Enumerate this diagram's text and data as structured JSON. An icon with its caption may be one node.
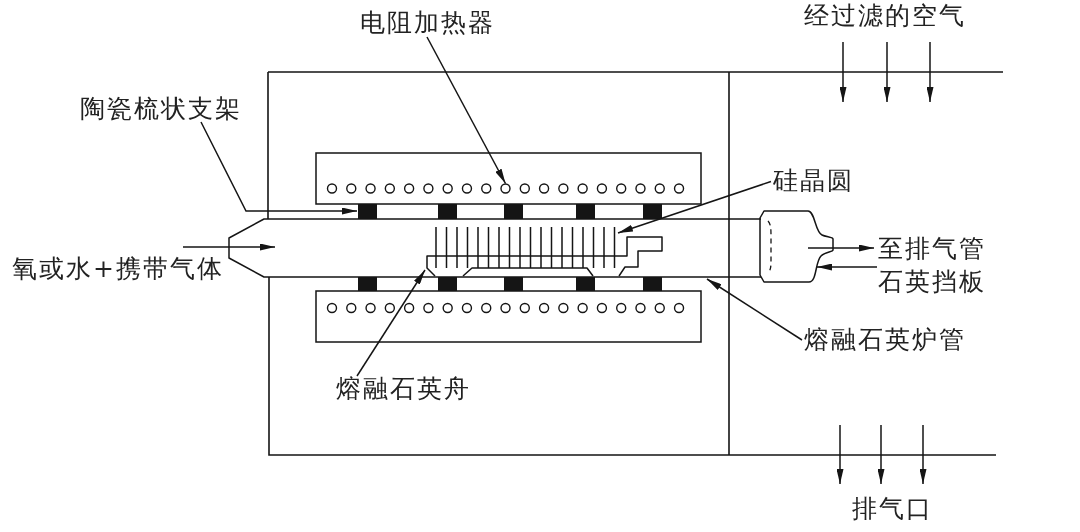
{
  "diagram": {
    "nodes": [
      {
        "text": [
          "电阻加热器"
        ]
      },
      {
        "text": [
          "陶瓷梳状支架"
        ]
      },
      {
        "text": [
          "硅晶圆"
        ]
      },
      {
        "text": [
          "至排气管"
        ]
      },
      {
        "text": [
          "石英挡板"
        ]
      },
      {
        "text": [
          "熔融石英炉管"
        ]
      },
      {
        "text": [
          "熔融石英舟"
        ]
      },
      {
        "text": [],
        "shape": "box"
      },
      {
        "text": [],
        "shape": "circle",
        "in": 7
      },
      {
        "text": [],
        "shape": "box"
      },
      {
        "text": [],
        "shape": "box"
      },
      {
        "text": [],
        "shape": "box"
      },
      {
        "text": [],
        "shape": "box"
      },
      {
        "text": [],
        "shape": "box"
      },
      {
        "text": [],
        "shape": "picture"
      },
      {
        "text": [],
        "shape": "picture",
        "in": 14
      },
      {
        "text": [],
        "shape": "picture",
        "in": 14
      },
      {
        "text": [],
        "shape": "picture"
      },
      {
        "text": [],
        "shape": "box"
      },
      {
        "text": [],
        "shape": "box"
      },
      {
        "text": [],
        "shape": "box"
      },
      {
        "text": [],
        "shape": "box"
      },
      {
        "text": [],
        "shape": "box"
      }
    ],
    "edges": [
      {
        "from": 0,
        "to": 8,
        "arrow": "to"
      },
      {
        "from": 1,
        "to": 9,
        "arrow": "to"
      },
      {
        "from": 2,
        "to": 15,
        "arrow": "to"
      },
      {
        "from": 17,
        "to": 3,
        "arrow": "to"
      },
      {
        "from": 4,
        "to": 17,
        "arrow": "to"
      },
      {
        "from": 5,
        "to": 14,
        "arrow": "to"
      },
      {
        "from": 6,
        "to": 16,
        "arrow": "to"
      }
    ],
    "labels": [
      "经过滤的空气",
      "氧或水+携带气体",
      "排气口"
    ]
  }
}
